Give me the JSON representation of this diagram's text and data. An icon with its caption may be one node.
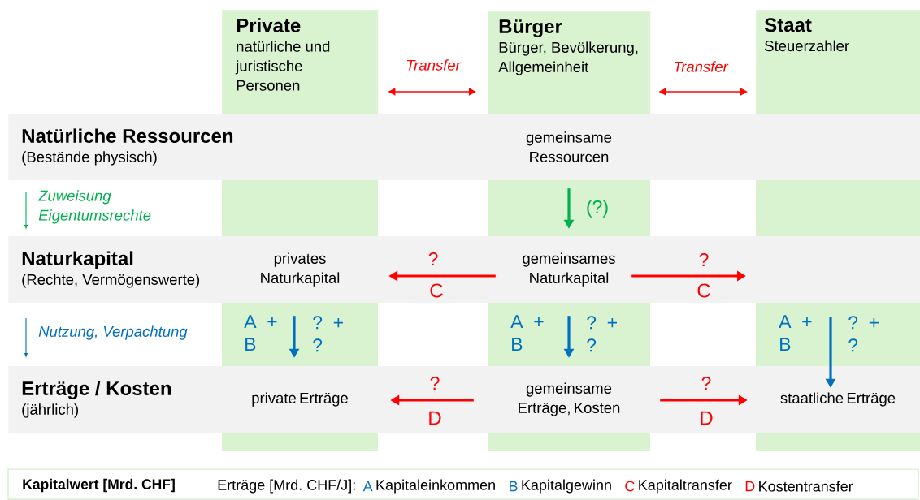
{
  "diagram": {
    "nodes": [
      {
        "text": [
          "Private",
          "natürliche und juristische Personen"
        ]
      },
      {
        "text": [
          "Bürger",
          "Bürger, Bevölkerung, Allgemeinheit"
        ]
      },
      {
        "text": [
          "Staat",
          "Steuerzahler"
        ]
      },
      {
        "text": [
          "Natürliche Ressourcen",
          "(Bestände physisch)"
        ]
      },
      {
        "text": [
          "gemeinsame Ressourcen"
        ],
        "in": 3
      },
      {
        "text": [
          "Naturkapital",
          "(Rechte, Vermögenswerte)"
        ]
      },
      {
        "text": [
          "privates Naturkapital"
        ],
        "in": 5
      },
      {
        "text": [
          "gemeinsames Naturkapital"
        ],
        "in": 5
      },
      {
        "text": [
          "Erträge / Kosten",
          "(jährlich)"
        ]
      },
      {
        "text": [
          "private Erträge"
        ],
        "in": 8
      },
      {
        "text": [
          "gemeinsame Erträge, Kosten"
        ],
        "in": 8
      },
      {
        "text": [
          "staatliche Erträge"
        ],
        "in": 8
      }
    ],
    "edges": [
      {
        "from": 0,
        "to": 1,
        "arrow": "both",
        "label": "Transfer",
        "color": "#ff0000"
      },
      {
        "from": 1,
        "to": 2,
        "arrow": "both",
        "label": "Transfer",
        "color": "#ff0000"
      },
      {
        "from": 4,
        "to": 7,
        "arrow": "to",
        "label": "(?)",
        "color": "#00b050"
      },
      {
        "from": 7,
        "to": 6,
        "arrow": "to",
        "label": "?",
        "color": "#ff0000"
      },
      {
        "from": 7,
        "to": null,
        "arrow": "to",
        "label": "?",
        "color": "#ff0000"
      },
      {
        "from": 6,
        "to": 9,
        "arrow": "to",
        "label": "A + B",
        "color": "#0070c0"
      },
      {
        "from": 7,
        "to": 10,
        "arrow": "to",
        "label": "A + B",
        "color": "#0070c0"
      },
      {
        "from": 5,
        "to": 11,
        "arrow": "to",
        "label": "A + B",
        "color": "#0070c0"
      },
      {
        "from": 10,
        "to": 9,
        "arrow": "to",
        "label": "?",
        "color": "#ff0000"
      },
      {
        "from": 10,
        "to": 11,
        "arrow": "to",
        "label": "?",
        "color": "#ff0000"
      }
    ],
    "labels": [
      "Zuweisung Eigentumsrechte",
      "C",
      "C",
      "Nutzung, Verpachtung",
      "? + ?",
      "? + ?",
      "? + ?",
      "D",
      "D",
      "Kapitalwert [Mrd. CHF]",
      "Erträge [Mrd. CHF/J]:",
      "A",
      "Kapitaleinkommen",
      "B",
      "Kapitalgewinn",
      "C",
      "Kapitaltransfer",
      "D",
      "Kostentransfer"
    ]
  }
}
